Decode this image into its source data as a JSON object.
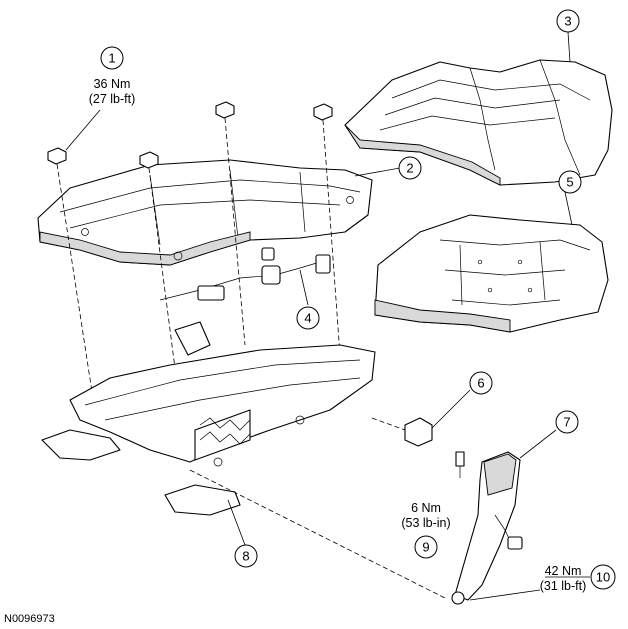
{
  "callouts": [
    {
      "num": "1"
    },
    {
      "num": "2"
    },
    {
      "num": "3"
    },
    {
      "num": "4"
    },
    {
      "num": "5"
    },
    {
      "num": "6"
    },
    {
      "num": "7"
    },
    {
      "num": "8"
    },
    {
      "num": "9"
    },
    {
      "num": "10"
    }
  ],
  "torque_specs": {
    "item1": {
      "nm": "36 Nm",
      "imperial": "(27 lb-ft)"
    },
    "item9": {
      "nm": "6 Nm",
      "imperial": "(53 lb-in)"
    },
    "item10": {
      "nm": "42 Nm",
      "imperial": "(31 lb-ft)"
    }
  },
  "figure_id": "N0096973"
}
